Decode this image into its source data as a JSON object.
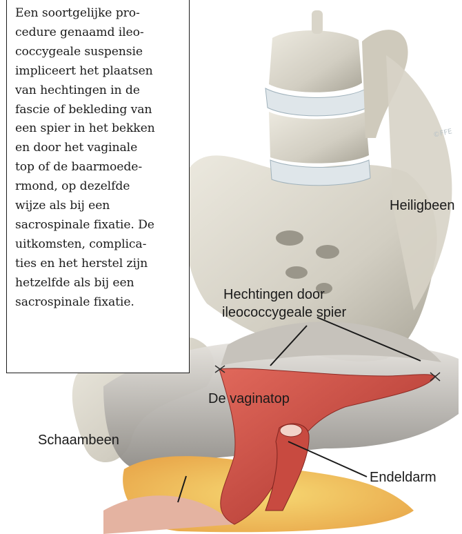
{
  "textbox": {
    "lines": [
      "Een soortgelijke pro-",
      "cedure genaamd ileo-",
      "coccygeale suspensie",
      "impliceert het plaatsen",
      "van hechtingen in de",
      "fascie of bekleding van",
      "een spier in het bekken",
      "en door het vaginale",
      "top of de baarmoede-",
      "rmond, op dezelfde",
      "wijze als bij een",
      "sacrospinale fixatie. De",
      "uitkomsten, complica-",
      "ties en het herstel zijn",
      "hetzelfde als bij een",
      "sacrospinale fixatie."
    ]
  },
  "labels": {
    "heiligbeen": "Heiligbeen",
    "hechtingen_line1": "Hechtingen door",
    "hechtingen_line2": "ileococcygeale spier",
    "vaginatop": "De vaginatop",
    "schaambeen": "Schaambeen",
    "endeldarm": "Endeldarm"
  },
  "credit": "©FFE",
  "colors": {
    "bone": "#d9d6cb",
    "bone_shadow": "#a8a496",
    "muscle_grey": "#b9b6b0",
    "vagina_red": "#c9453c",
    "fat_yellow": "#f0c75a",
    "disc": "#e4eaee"
  }
}
